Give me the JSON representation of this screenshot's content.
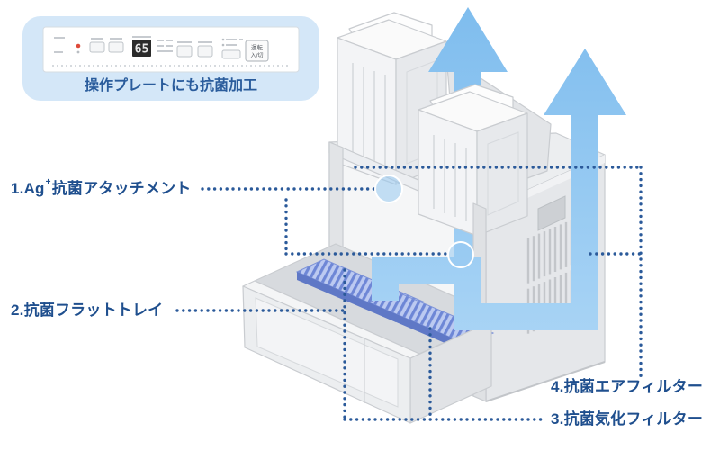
{
  "callout": {
    "caption": "操作プレートにも抗菌加工",
    "control_panel": {
      "display_value": "65",
      "power_button_line1": "運転",
      "power_button_line2": "入/切"
    }
  },
  "labels": {
    "attachment": {
      "prefix": "1.Ag",
      "superscript": "+",
      "suffix": "抗菌アタッチメント"
    },
    "flat_tray": "2.抗菌フラットトレイ",
    "vaporizing_filter": "3.抗菌気化フィルター",
    "air_filter": "4.抗菌エアフィルター"
  },
  "colors": {
    "label_text": "#1f4f8e",
    "caption_text": "#2a5c9c",
    "leader_dots": "#2b5a9a",
    "callout_background": "#d4e7f8",
    "airflow_arrow_top": "#7fbdee",
    "airflow_arrow_bottom": "#a9d4f5",
    "filter_pleat_dark": "#6e87d6",
    "filter_pleat_light": "#bccaf1"
  }
}
